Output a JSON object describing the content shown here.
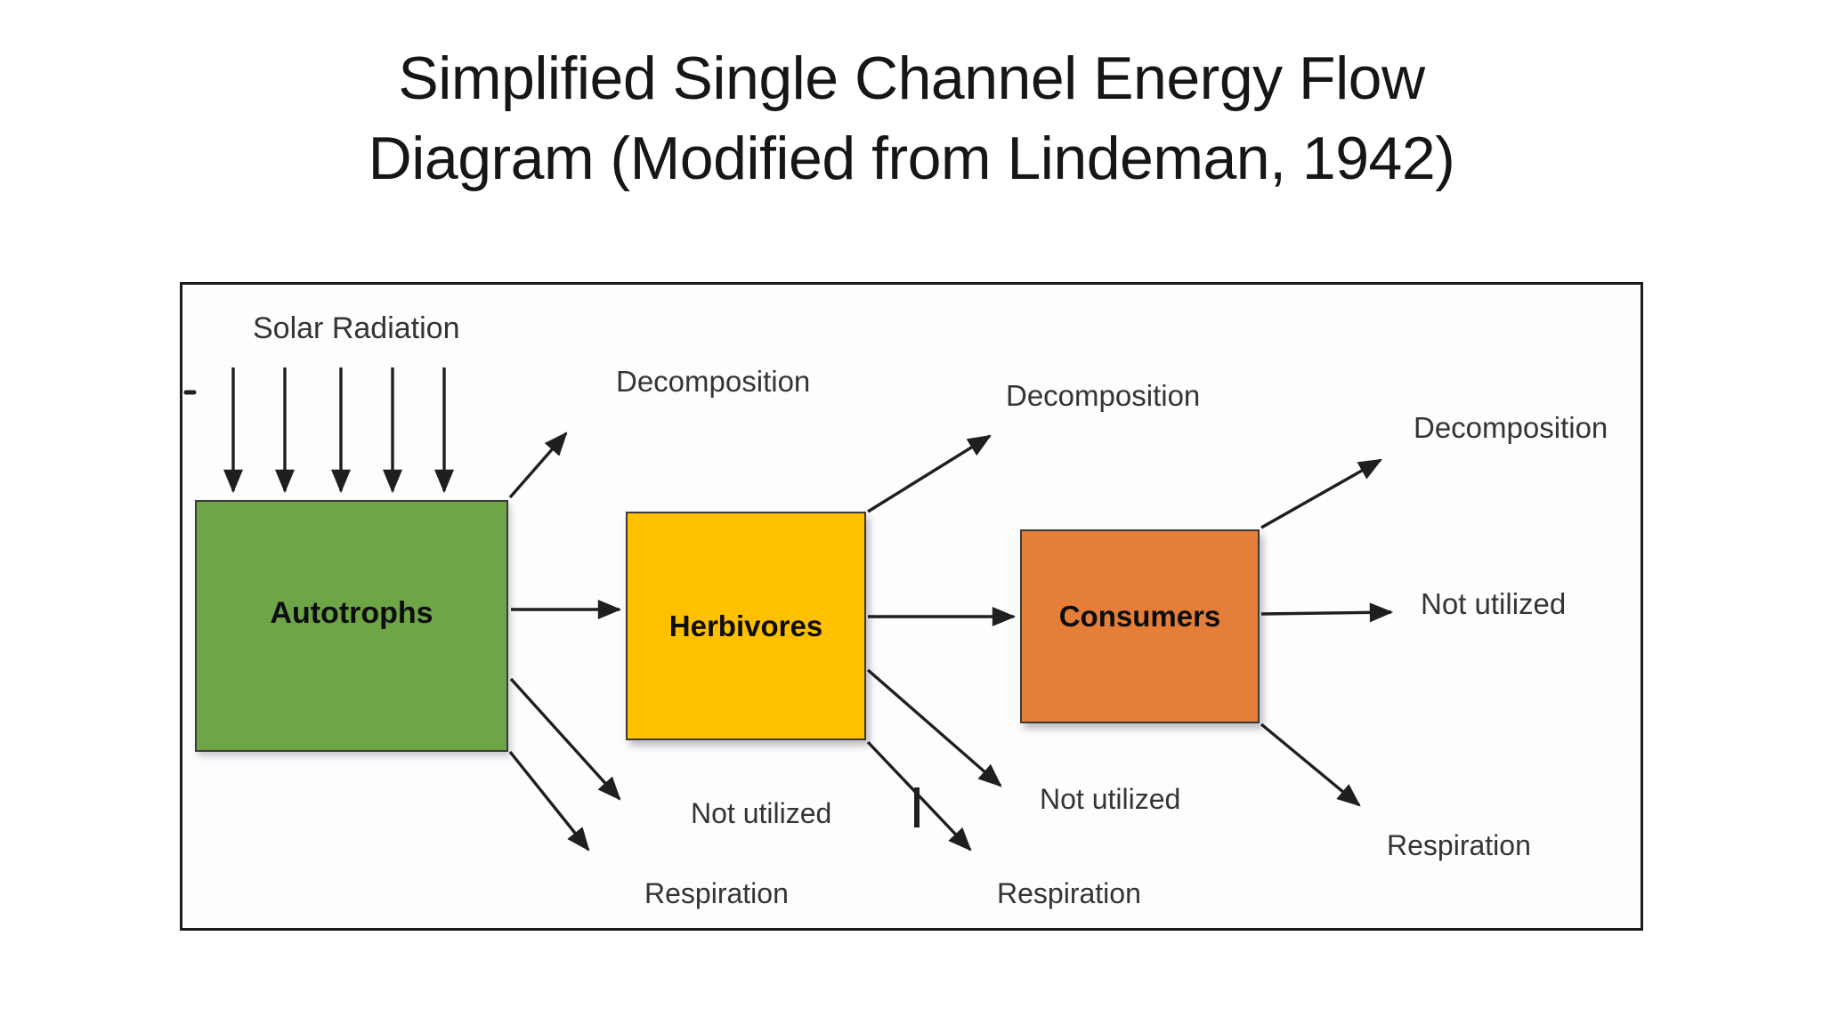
{
  "title": {
    "line1": "Simplified Single Channel Energy Flow",
    "line2": "Diagram (Modified from Lindeman, 1942)"
  },
  "diagram": {
    "input_label": "Solar Radiation",
    "boxes": [
      {
        "id": "autotrophs",
        "label": "Autotrophs",
        "color": "#6EA647"
      },
      {
        "id": "herbivores",
        "label": "Herbivores",
        "color": "#FFC000"
      },
      {
        "id": "consumers",
        "label": "Consumers",
        "color": "#E57E38"
      }
    ],
    "losses": {
      "decomposition_autotrophs": "Decomposition",
      "decomposition_herbivores": "Decomposition",
      "decomposition_consumers": "Decomposition",
      "not_utilized_autotrophs": "Not utilized",
      "not_utilized_herbivores": "Not utilized",
      "not_utilized_consumers": "Not utilized",
      "respiration_autotrophs": "Respiration",
      "respiration_herbivores": "Respiration",
      "respiration_consumers": "Respiration"
    },
    "edges": [
      {
        "from": "solar-radiation",
        "to": "autotrophs"
      },
      {
        "from": "autotrophs",
        "to": "herbivores"
      },
      {
        "from": "herbivores",
        "to": "consumers"
      },
      {
        "from": "autotrophs",
        "to": "decomposition"
      },
      {
        "from": "autotrophs",
        "to": "not-utilized"
      },
      {
        "from": "autotrophs",
        "to": "respiration"
      },
      {
        "from": "herbivores",
        "to": "decomposition"
      },
      {
        "from": "herbivores",
        "to": "not-utilized"
      },
      {
        "from": "herbivores",
        "to": "respiration"
      },
      {
        "from": "consumers",
        "to": "decomposition"
      },
      {
        "from": "consumers",
        "to": "not-utilized"
      },
      {
        "from": "consumers",
        "to": "respiration"
      }
    ],
    "arrow_color": "#1f1f1f",
    "frame_border_color": "#1b1b1b"
  }
}
